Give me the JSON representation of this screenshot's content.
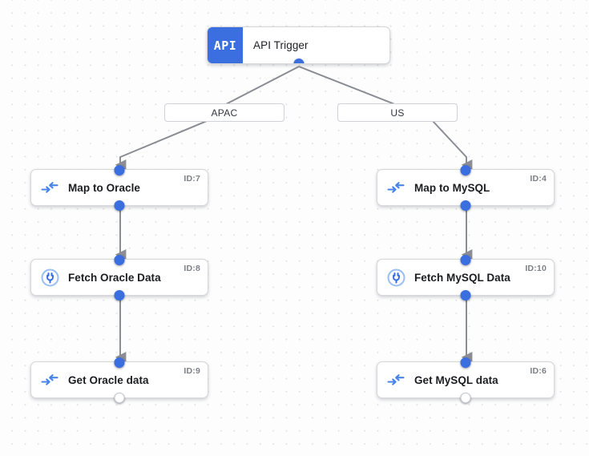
{
  "canvas": {
    "background_color": "#fdfdfd",
    "grid_dot_color": "#e2e2e4",
    "accent_color": "#3b6fe0",
    "edge_color": "#8a8d93"
  },
  "trigger": {
    "badge_text": "API",
    "label": "API Trigger",
    "icon": "api-badge-icon"
  },
  "edge_labels": [
    {
      "name": "apac",
      "text": "APAC"
    },
    {
      "name": "us",
      "text": "US"
    }
  ],
  "branches": [
    {
      "name": "apac",
      "label": "APAC",
      "nodes": [
        {
          "label": "Map to Oracle",
          "id_text": "ID:7",
          "icon": "map-arrows-icon",
          "output_handle": "filled"
        },
        {
          "label": "Fetch Oracle Data",
          "id_text": "ID:8",
          "icon": "plug-circle-icon",
          "output_handle": "filled"
        },
        {
          "label": "Get Oracle data",
          "id_text": "ID:9",
          "icon": "map-arrows-icon",
          "output_handle": "hollow"
        }
      ]
    },
    {
      "name": "us",
      "label": "US",
      "nodes": [
        {
          "label": "Map to MySQL",
          "id_text": "ID:4",
          "icon": "map-arrows-icon",
          "output_handle": "filled"
        },
        {
          "label": "Fetch MySQL Data",
          "id_text": "ID:10",
          "icon": "plug-circle-icon",
          "output_handle": "filled"
        },
        {
          "label": "Get MySQL data",
          "id_text": "ID:6",
          "icon": "map-arrows-icon",
          "output_handle": "hollow"
        }
      ]
    }
  ]
}
